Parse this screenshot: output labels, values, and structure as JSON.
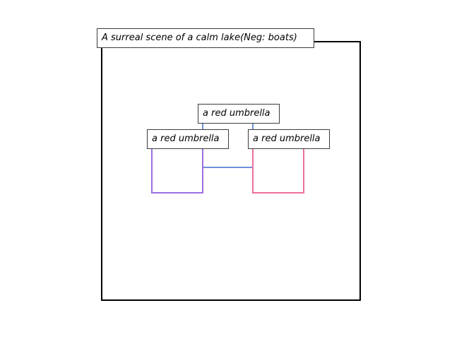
{
  "scene": {
    "caption": "A surreal scene of a calm lake(Neg: boats)"
  },
  "regions": [
    {
      "label": "a red umbrella",
      "color": "#6f8fd8"
    },
    {
      "label": "a red umbrella",
      "color": "#9b6fe0"
    },
    {
      "label": "a red umbrella",
      "color": "#ee6f98"
    }
  ]
}
